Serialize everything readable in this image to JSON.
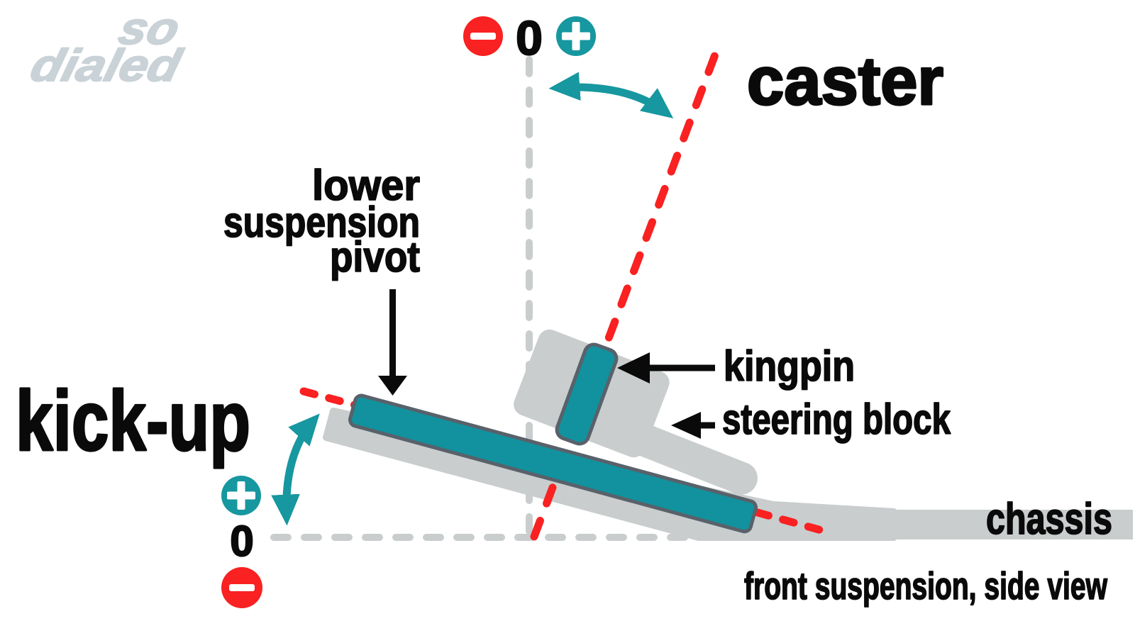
{
  "brand": {
    "word1": "so",
    "word2": "dialed"
  },
  "caster": {
    "title": "caster",
    "zero": "0",
    "icons": {
      "negative": "minus-icon",
      "positive": "plus-icon"
    }
  },
  "kickup": {
    "title": "kick-up",
    "zero": "0",
    "icons": {
      "positive": "plus-icon",
      "negative": "minus-icon"
    }
  },
  "parts": {
    "pivot_line1": "lower",
    "pivot_line2": "suspension",
    "pivot_line3": "pivot",
    "kingpin": "kingpin",
    "steering_block": "steering block",
    "chassis": "chassis"
  },
  "caption": "front suspension, side view",
  "colors": {
    "teal": "#11929E",
    "teal_bright": "#17979F",
    "red": "#F92121",
    "gray": "#C9CDCE",
    "outline": "#59616A",
    "text": "#0A0A0A",
    "logo_gray": "#C9D2D7"
  }
}
